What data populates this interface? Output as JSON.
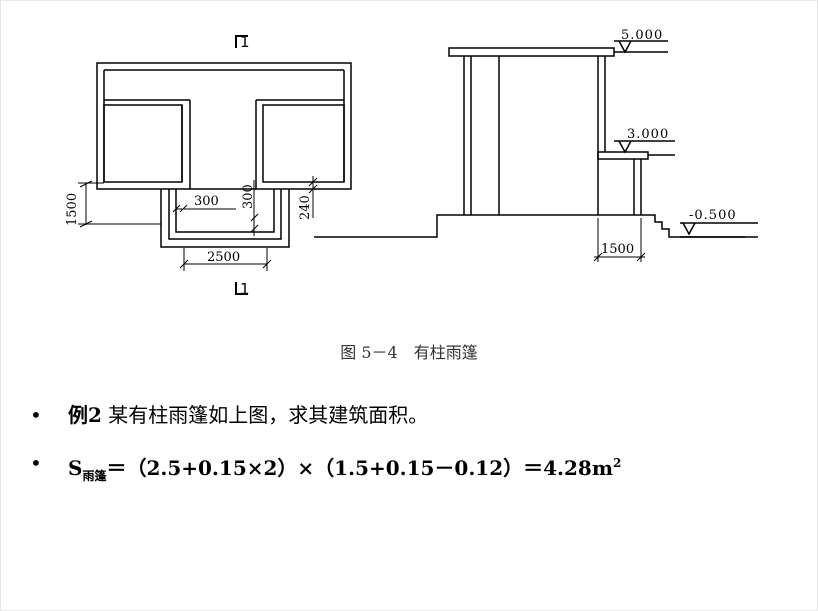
{
  "figure": {
    "section_mark_top": "1",
    "section_mark_bottom": "1",
    "dims": {
      "d1500_left": "1500",
      "d300_a": "300",
      "d300_b": "300",
      "d240": "240",
      "d2500": "2500",
      "d1500_right": "1500"
    },
    "elevations": {
      "top": "5.000",
      "mid": "3.000",
      "ground": "-0.500"
    },
    "caption": "图 5－4　有柱雨篷"
  },
  "bullets": {
    "dot": "•",
    "item1_bold": "例2",
    "item1_text": " 某有柱雨篷如上图，求其建筑面积。",
    "item2_s": "S",
    "item2_sub": "雨篷",
    "item2_expr": "＝（2.5+0.15×2）×（1.5+0.15－0.12）＝4.28m",
    "item2_sup": "2"
  }
}
